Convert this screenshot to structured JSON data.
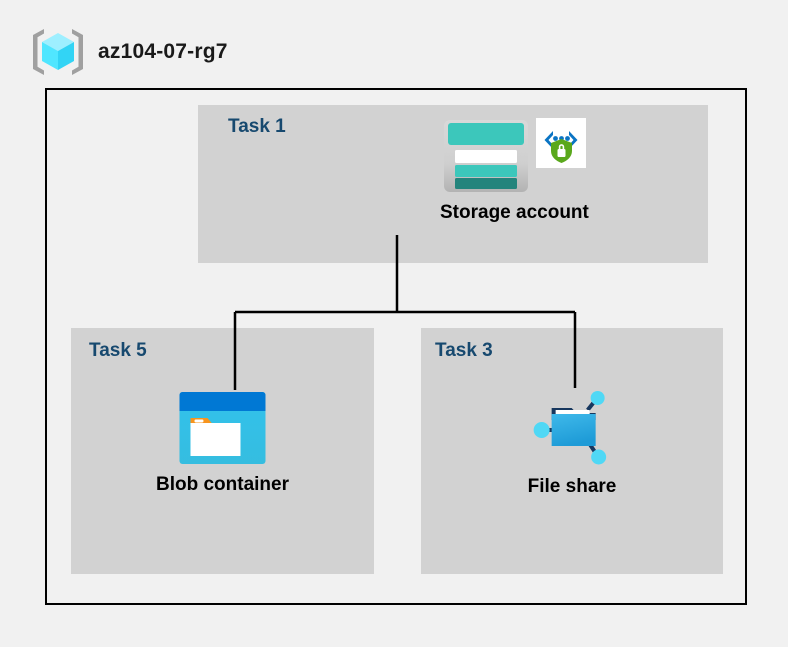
{
  "header": {
    "title": "az104-07-rg7",
    "icon": "resource-group-icon"
  },
  "colors": {
    "page_background": "#f1f1f1",
    "panel_background": "#d2d2d2",
    "boundary_border": "#000000",
    "task_label": "#17496f",
    "caption": "#000000",
    "connector": "#000000",
    "storage_teal": "#3cc7bb",
    "storage_teal_dark": "#23847c",
    "blob_blue": "#0078d4",
    "blob_cyan": "#32c2ec",
    "blob_orange": "#f7941e",
    "fileshare_blue": "#32b0e7",
    "fileshare_navy": "#17375e",
    "fileshare_node": "#50d8f5",
    "defender_green": "#5aa81c",
    "defender_blue": "#0a74c4",
    "rg_cube_cyan": "#50e6ff",
    "rg_bracket_gray": "#a0a0a0"
  },
  "panels": [
    {
      "id": "task1",
      "label": "Task 1",
      "node": {
        "caption": "Storage account",
        "icons": [
          "storage-account-icon",
          "defender-for-storage-icon"
        ]
      }
    },
    {
      "id": "task5",
      "label": "Task 5",
      "node": {
        "caption": "Blob container",
        "icons": [
          "blob-container-icon"
        ]
      }
    },
    {
      "id": "task3",
      "label": "Task 3",
      "node": {
        "caption": "File share",
        "icons": [
          "file-share-icon"
        ]
      }
    }
  ],
  "connectors": [
    {
      "from": "storage-account",
      "to": "blob-container"
    },
    {
      "from": "storage-account",
      "to": "file-share"
    }
  ]
}
